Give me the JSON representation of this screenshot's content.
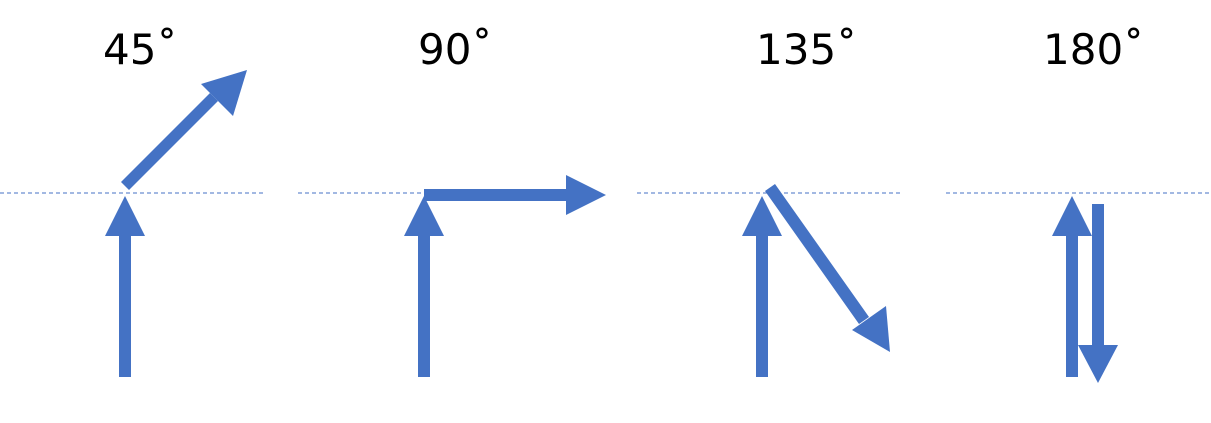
{
  "colors": {
    "arrow": "#4472C4",
    "baseline": "#4472C4",
    "label": "#000000"
  },
  "panels": [
    {
      "label": "45˚",
      "angle_deg": 45
    },
    {
      "label": "90˚",
      "angle_deg": 90
    },
    {
      "label": "135˚",
      "angle_deg": 135
    },
    {
      "label": "180˚",
      "angle_deg": 180
    }
  ]
}
